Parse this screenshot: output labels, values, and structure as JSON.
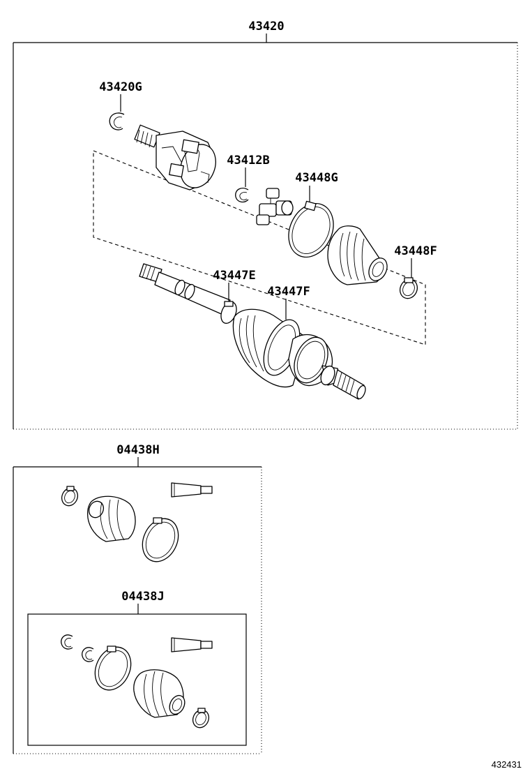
{
  "labels": {
    "assembly": "43420",
    "snap_ring_outer": "43420G",
    "snap_ring_inner": "43412B",
    "boot_clamp_large": "43448G",
    "boot_clamp_small": "43448F",
    "clamp_e": "43447E",
    "clamp_f": "43447F",
    "boot_kit_h": "04438H",
    "boot_kit_j": "04438J"
  },
  "figure_number": "432431"
}
